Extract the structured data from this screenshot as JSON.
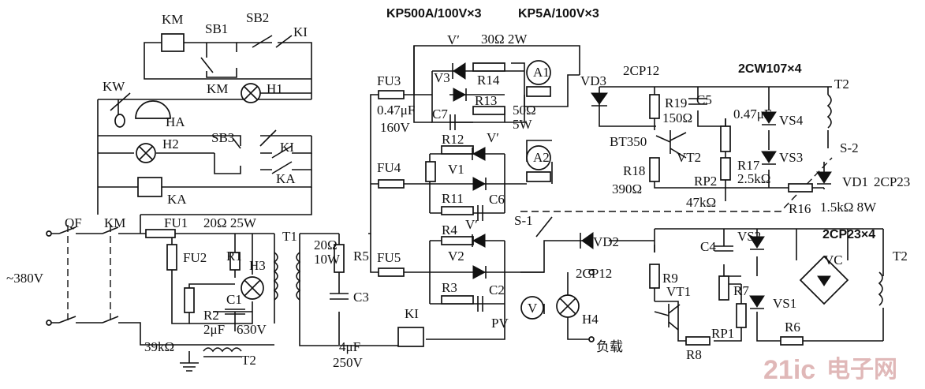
{
  "header": {
    "thyristor_spec": "KP500A/100V×3",
    "thyristor_small_spec": "KP5A/100V×3",
    "zener_spec": "2CW107×4",
    "bridge_spec": "2CP23×4"
  },
  "labels": {
    "supply": "~380V",
    "qf": "QF",
    "km": "KM",
    "km2": "KM",
    "km3": "KM",
    "kw": "KW",
    "ki": "KI",
    "ki2": "KI",
    "ki3": "KI",
    "ka": "KA",
    "ka2": "KA",
    "sb1": "SB1",
    "sb2": "SB2",
    "sb3": "SB3",
    "h1": "H1",
    "h2": "H2",
    "h3": "H3",
    "h4": "H4",
    "ha": "HA",
    "fu1": "FU1",
    "fu2": "FU2",
    "fu3": "FU3",
    "fu4": "FU4",
    "fu5": "FU5",
    "r1": "R1",
    "r2": "R2",
    "r3": "R3",
    "r4": "R4",
    "r5": "R5",
    "r6": "R6",
    "r7": "R7",
    "r8": "R8",
    "r9": "R9",
    "r11": "R11",
    "r12": "R12",
    "r13": "R13",
    "r14": "R14",
    "r16": "R16",
    "r17": "R17",
    "r18": "R18",
    "r19": "R19",
    "c1": "C1",
    "c2": "C2",
    "c3": "C3",
    "c4": "C4",
    "c5": "C5",
    "c6": "C6",
    "c7": "C7",
    "t1": "T1",
    "t2a": "T2",
    "t2b": "T2",
    "t2c": "T2",
    "v1": "V1",
    "v2": "V2",
    "v3": "V3",
    "vprime1": "V′",
    "vprime2": "V′",
    "vprime3": "V′",
    "vd1": "VD1",
    "vd2": "VD2",
    "vd3": "VD3",
    "vs1": "VS1",
    "vs2": "VS2",
    "vs3": "VS3",
    "vs4": "VS4",
    "vt1": "VT1",
    "vt2": "VT2",
    "rp1": "RP1",
    "rp2": "RP2",
    "a1": "A1",
    "a2": "A2",
    "pv": "PV",
    "v_meter": "V",
    "vc": "VC",
    "s1": "S-1",
    "s2": "S-2",
    "bt350": "BT350",
    "cp12a": "2CP12",
    "cp12b": "2CP12",
    "cp23": "2CP23",
    "load": "负载",
    "r14_val": "30Ω 2W",
    "r13_val": "50Ω",
    "r13_w": "5W",
    "c7_val": "0.47μF",
    "c7_v": "160V",
    "r1_val": "20Ω 25W",
    "c1_val": "2μF",
    "c1_v": "630V",
    "r2_val": "39kΩ",
    "r5_val": "20Ω",
    "r5_w": "10W",
    "c3_val": "4μF",
    "c3_v": "250V",
    "r19_val": "150Ω",
    "c5_val": "0.47μF",
    "r17_val": "2.5kΩ",
    "r18_val": "390Ω",
    "rp2_val": "47kΩ",
    "r16_val": "1.5kΩ 8W"
  },
  "watermark": {
    "brand": "21ic",
    "cn": "电子网"
  }
}
